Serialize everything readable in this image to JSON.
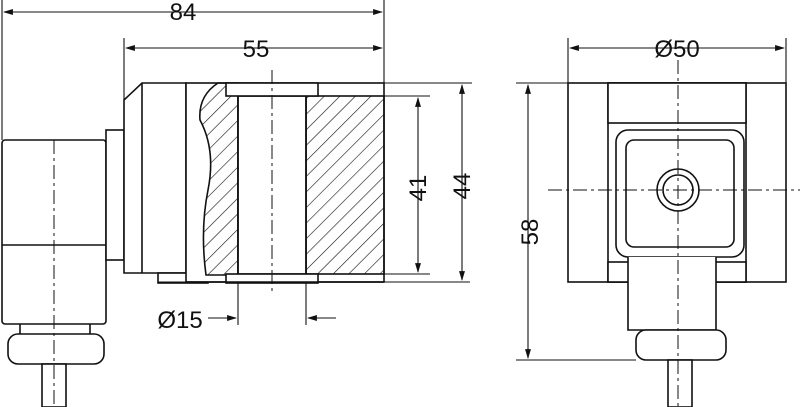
{
  "dimensions": {
    "overall_length": "84",
    "body_length": "55",
    "diameter_outer": "Ø50",
    "bore_height": "41",
    "body_height": "44",
    "diameter_bore": "Ø15",
    "front_height": "58"
  },
  "colors": {
    "line": "#111111",
    "background": "#ffffff"
  }
}
